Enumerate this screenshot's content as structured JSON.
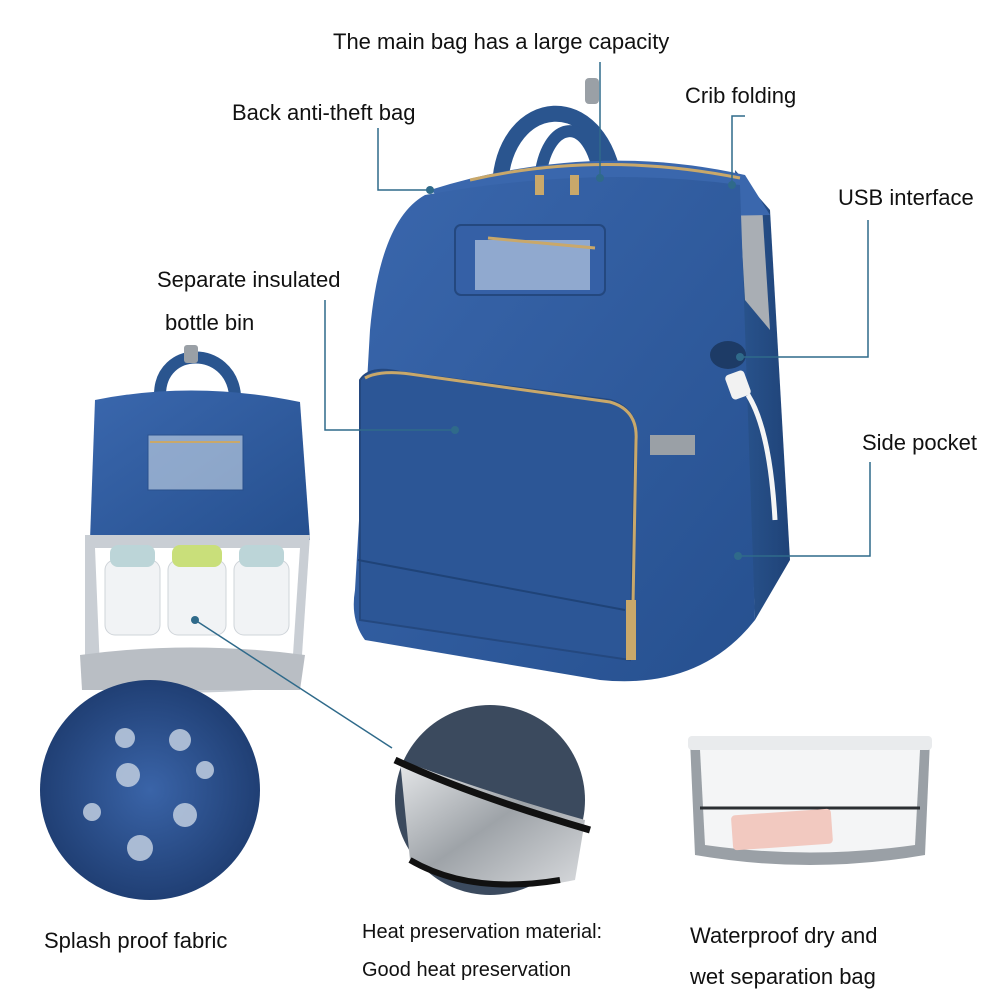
{
  "callouts": {
    "main_capacity": "The main bag has a large capacity",
    "back_anti_theft": "Back anti-theft bag",
    "crib_folding": "Crib folding",
    "usb_interface": "USB interface",
    "insulated_line1": "Separate insulated",
    "insulated_line2": "bottle bin",
    "side_pocket": "Side pocket"
  },
  "features": {
    "splash": "Splash proof fabric",
    "heat_line1": "Heat preservation material:",
    "heat_line2": "Good heat preservation",
    "waterproof_line1": "Waterproof dry and",
    "waterproof_line2": "wet separation bag"
  },
  "colors": {
    "bag_blue": "#2f5aa0",
    "bag_dark": "#24487f",
    "trim_gray": "#9aa0a6",
    "callout_line": "#2f6a8a",
    "zipper_gold": "#c9a86a"
  }
}
